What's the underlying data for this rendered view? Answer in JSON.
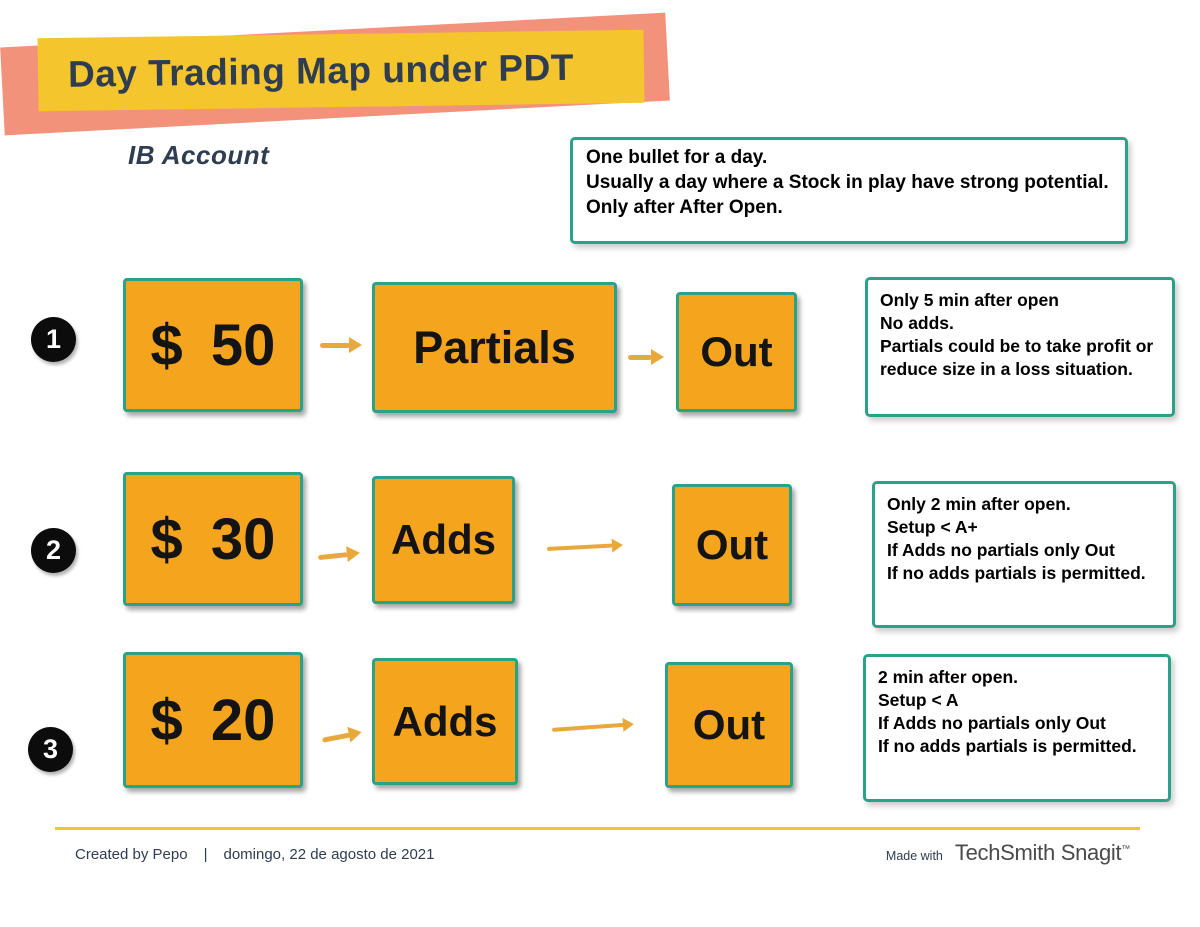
{
  "colors": {
    "salmon": "#F2927B",
    "banner-yellow": "#F5C52E",
    "navy": "#2F3D51",
    "box-fill": "#F5A41D",
    "box-border": "#2AA287",
    "arrow": "#E8A93C",
    "brand-gray": "#4A4A4A"
  },
  "title": "Day Trading Map under PDT",
  "account_label": "IB Account",
  "top_note": {
    "line1": "One bullet for a day.",
    "line2": "Usually a day where a Stock in play have strong potential.",
    "line3": "Only after After Open."
  },
  "rows": [
    {
      "number": "1",
      "amount": "$ 50",
      "step2": "Partials",
      "step3": "Out",
      "note": {
        "line1": "Only 5 min after open",
        "line2": "No adds.",
        "line3": "Partials could be to take profit or reduce size in a loss situation."
      }
    },
    {
      "number": "2",
      "amount": "$ 30",
      "step2": "Adds",
      "step3": "Out",
      "note": {
        "line1": "Only 2 min after open.",
        "line2": "Setup < A+",
        "line3": "If Adds no partials only Out",
        "line4": "If no adds partials is permitted."
      }
    },
    {
      "number": "3",
      "amount": "$ 20",
      "step2": "Adds",
      "step3": "Out",
      "note": {
        "line1": "2 min after open.",
        "line2": "Setup < A",
        "line3": "If Adds no partials only Out",
        "line4": "If no adds partials is permitted."
      }
    }
  ],
  "footer": {
    "credit": "Created by Pepo",
    "separator": "|",
    "date": "domingo, 22 de agosto de 2021",
    "made_with": "Made with",
    "brand": "TechSmith Snagit",
    "trademark": "™"
  }
}
